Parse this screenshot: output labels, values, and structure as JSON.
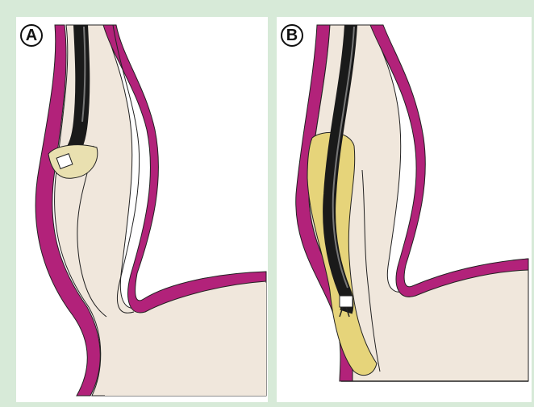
{
  "figure": {
    "panels": [
      {
        "id": "A",
        "label": "A"
      },
      {
        "id": "B",
        "label": "B"
      }
    ],
    "colors": {
      "background": "#d7ead8",
      "panel_background": "#ffffff",
      "tissue": "#f0e7dc",
      "mucosa_wall": "#b2227a",
      "endoscope": "#1a1a1a",
      "cap": "#e9e0b0",
      "pouch": "#e6d47a"
    }
  }
}
